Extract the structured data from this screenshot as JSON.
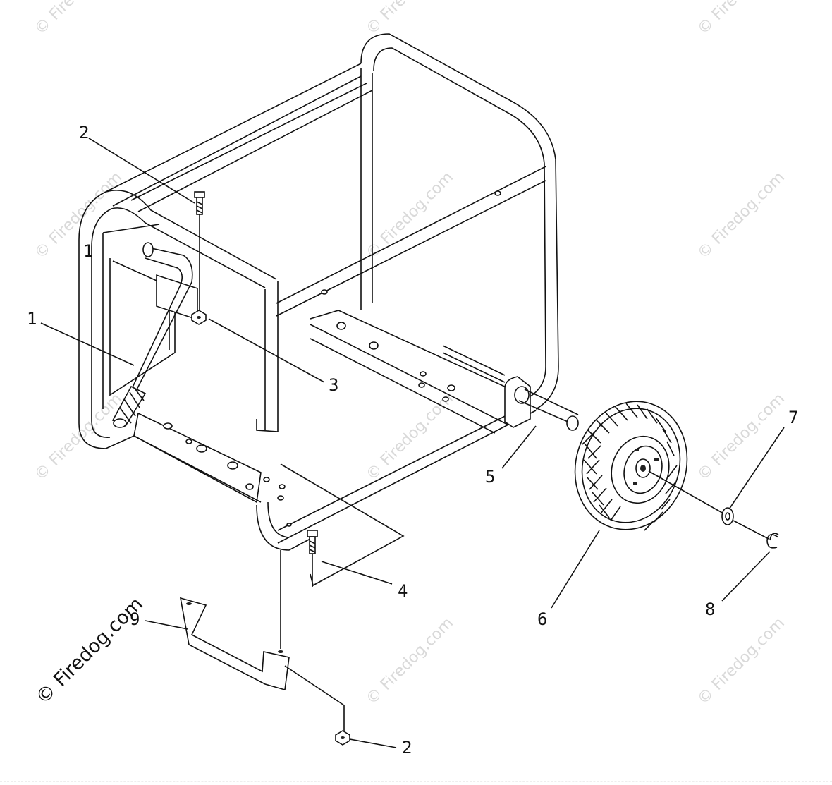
{
  "watermark": {
    "main": "© Firedog.com",
    "tile": "© Firedog.com"
  },
  "parts": [
    {
      "id": "p1a",
      "label": "1"
    },
    {
      "id": "p1b",
      "label": "1"
    },
    {
      "id": "p2a",
      "label": "2"
    },
    {
      "id": "p2b",
      "label": "2"
    },
    {
      "id": "p3",
      "label": "3"
    },
    {
      "id": "p4",
      "label": "4"
    },
    {
      "id": "p5",
      "label": "5"
    },
    {
      "id": "p6",
      "label": "6"
    },
    {
      "id": "p7",
      "label": "7"
    },
    {
      "id": "p8",
      "label": "8"
    },
    {
      "id": "p9",
      "label": "9"
    }
  ],
  "colors": {
    "line": "#111111",
    "watermark": "#d9d9d9",
    "background": "#ffffff"
  }
}
